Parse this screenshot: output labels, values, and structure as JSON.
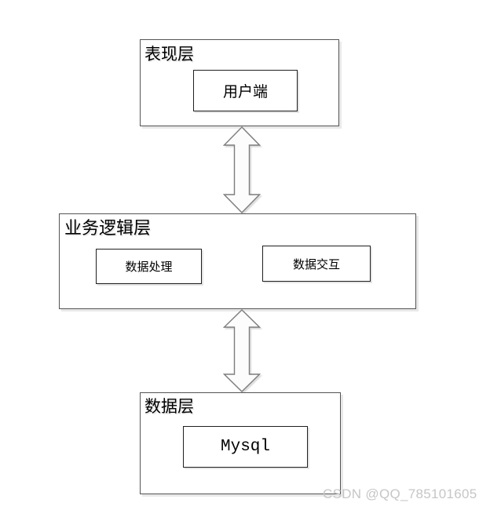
{
  "diagram": {
    "layers": [
      {
        "label": "表现层",
        "nodes": [
          {
            "label": "用户端"
          }
        ]
      },
      {
        "label": "业务逻辑层",
        "nodes": [
          {
            "label": "数据处理"
          },
          {
            "label": "数据交互"
          }
        ]
      },
      {
        "label": "数据层",
        "nodes": [
          {
            "label": "Mysql"
          }
        ]
      }
    ],
    "arrows": [
      {
        "name": "double-vertical-arrow",
        "connects": "表现层-业务逻辑层"
      },
      {
        "name": "double-vertical-arrow",
        "connects": "业务逻辑层-数据层"
      }
    ],
    "watermark": {
      "text": "CSDN @QQ_785101605",
      "color": "#c6c6c6"
    },
    "colors": {
      "background": "#ffffff",
      "layer_border": "#545454",
      "node_border": "#1f1f1f",
      "arrow_fill": "#fcfcfc",
      "arrow_stroke": "#7d7d7d",
      "shadow": "#e9e9e9"
    }
  }
}
